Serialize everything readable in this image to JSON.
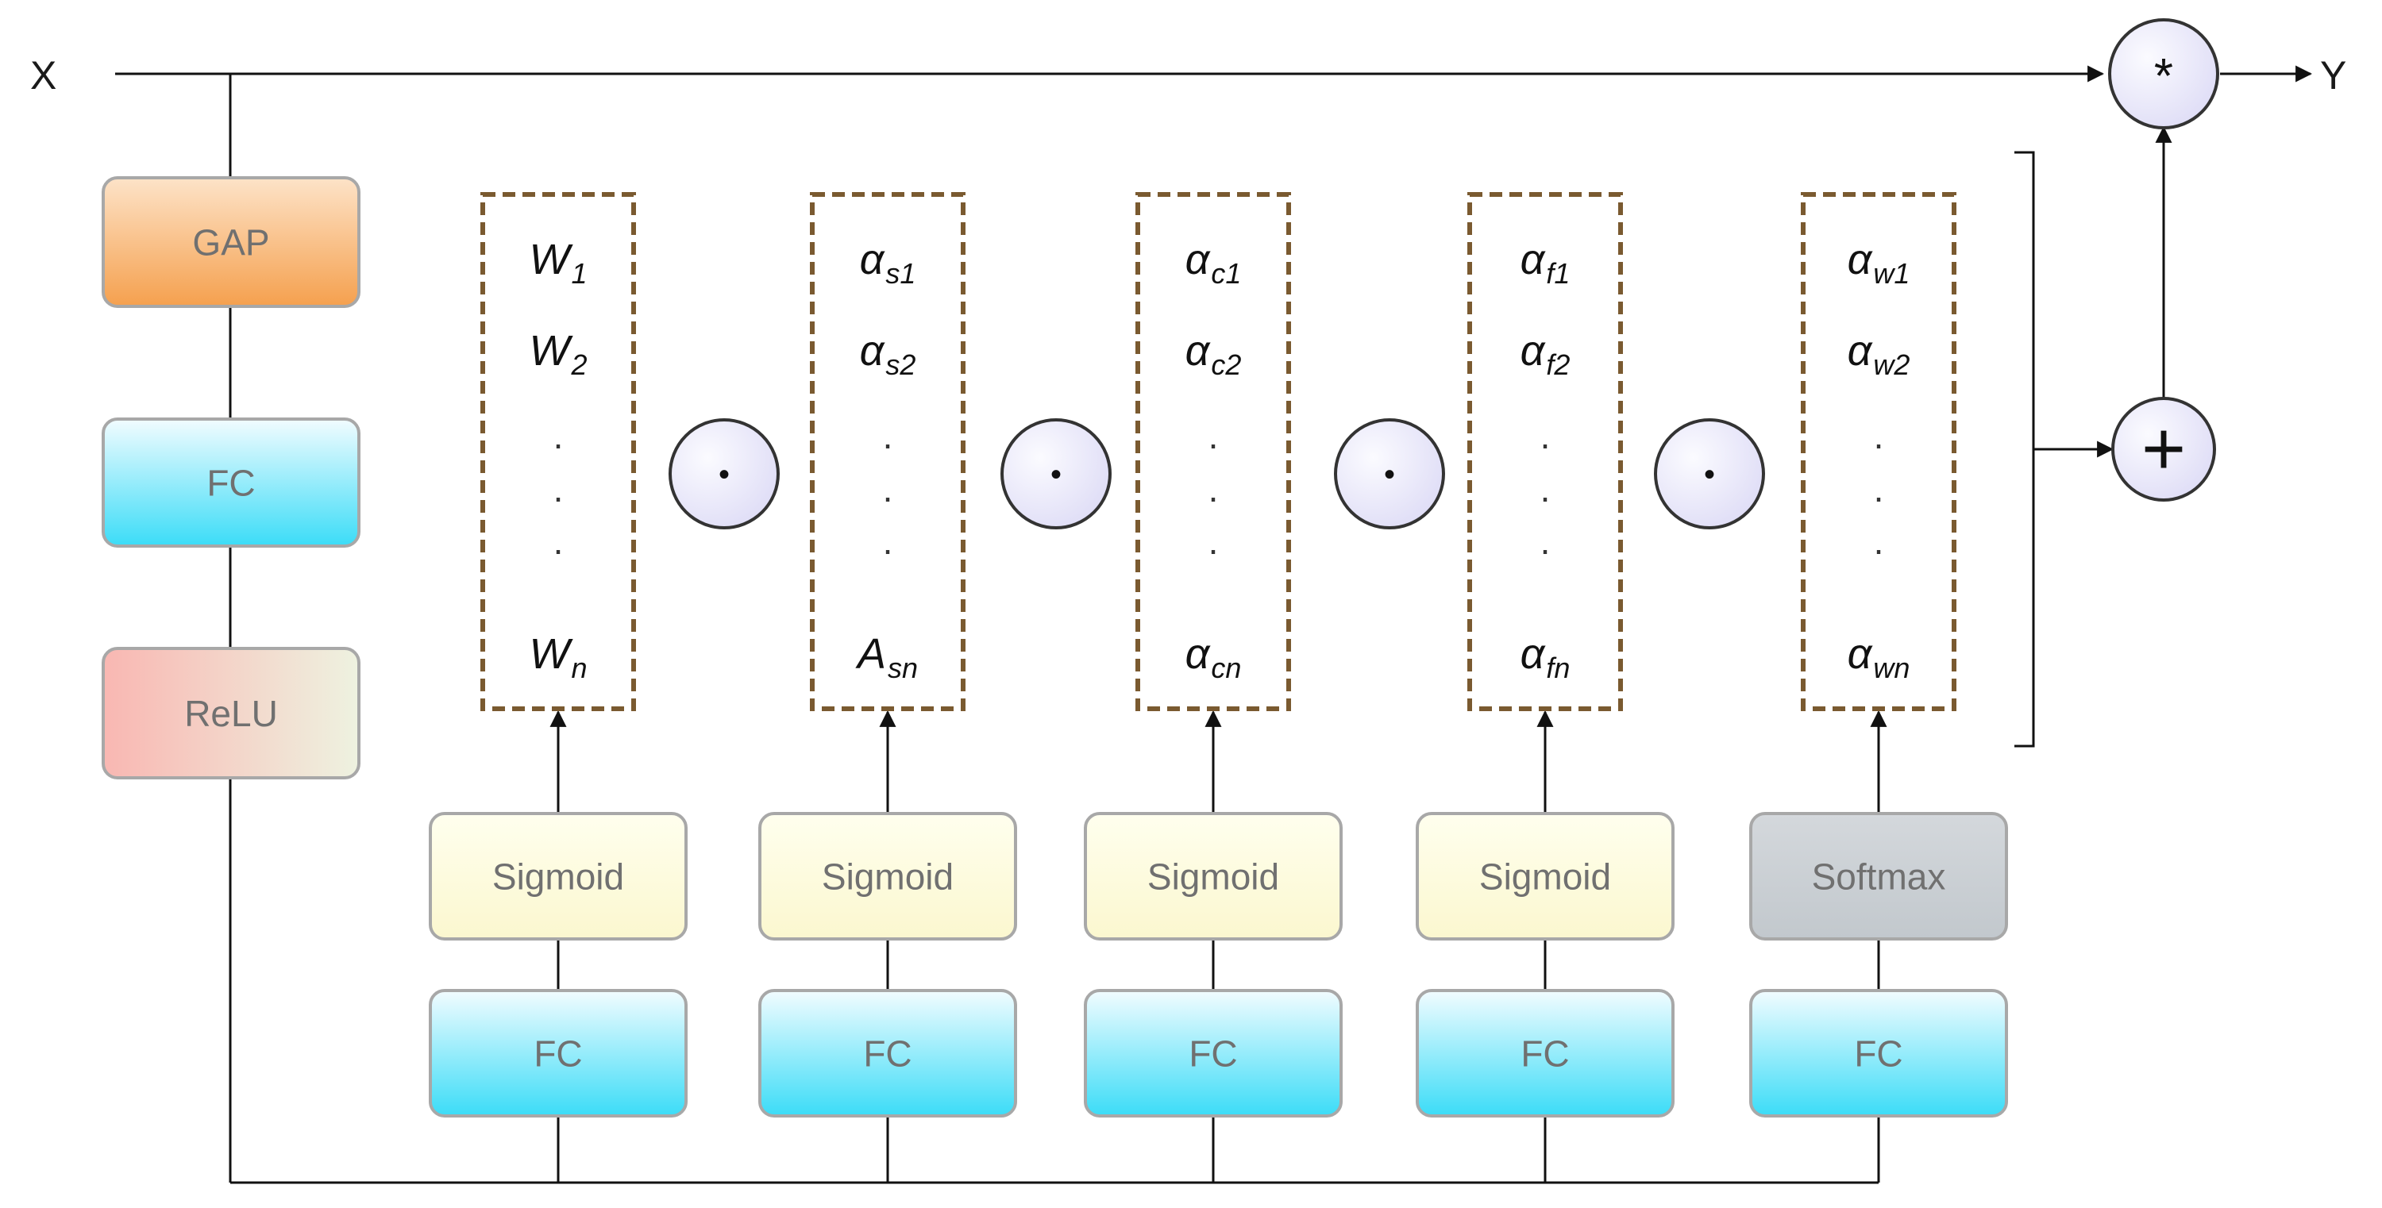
{
  "io": {
    "input": "X",
    "output": "Y"
  },
  "left_stack": [
    "GAP",
    "FC",
    "ReLU"
  ],
  "columns": [
    {
      "top": {
        "base": "W",
        "sub": "1"
      },
      "mid": {
        "base": "W",
        "sub": "2"
      },
      "bottom": {
        "base": "W",
        "sub": "n"
      },
      "activation": "Sigmoid",
      "fc": "FC"
    },
    {
      "top": {
        "base": "α",
        "sub": "s1"
      },
      "mid": {
        "base": "α",
        "sub": "s2"
      },
      "bottom": {
        "base": "A",
        "sub": "sn"
      },
      "activation": "Sigmoid",
      "fc": "FC"
    },
    {
      "top": {
        "base": "α",
        "sub": "c1"
      },
      "mid": {
        "base": "α",
        "sub": "c2"
      },
      "bottom": {
        "base": "α",
        "sub": "cn"
      },
      "activation": "Sigmoid",
      "fc": "FC"
    },
    {
      "top": {
        "base": "α",
        "sub": "f1"
      },
      "mid": {
        "base": "α",
        "sub": "f2"
      },
      "bottom": {
        "base": "α",
        "sub": "fn"
      },
      "activation": "Sigmoid",
      "fc": "FC"
    },
    {
      "top": {
        "base": "α",
        "sub": "w1"
      },
      "mid": {
        "base": "α",
        "sub": "w2"
      },
      "bottom": {
        "base": "α",
        "sub": "wn"
      },
      "activation": "Softmax",
      "fc": "FC"
    }
  ],
  "ellipsis": ".",
  "operators": {
    "hadamard": "•",
    "multiply": "*",
    "add": "+"
  }
}
